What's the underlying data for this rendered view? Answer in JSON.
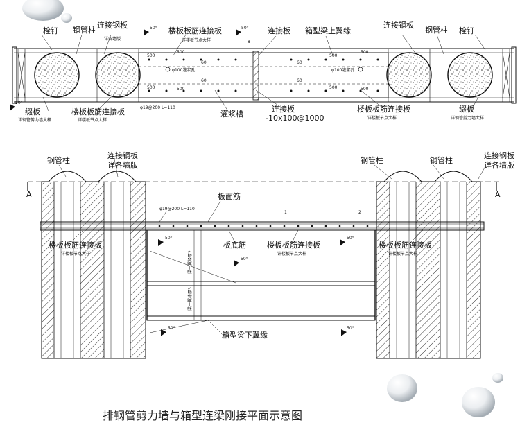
{
  "caption": "排钢管剪力墙与箱型连梁刚接平面示意图",
  "plan": {
    "labels": {
      "stud": "栓钉",
      "steel_tube_col": "钢管柱",
      "conn_plate": "连接钢板",
      "conn_plate_note": "详各墙版",
      "slab_rebar_conn": "楼板板筋连接板",
      "slab_rebar_note": "详楼板节点大样",
      "conn_plate_mid": "连接板",
      "box_top_flange": "箱型梁上翼缘",
      "conn_plate_r": "连接钢板",
      "steel_tube_r": "钢管柱",
      "stud_r": "栓钉",
      "batten": "缀板",
      "batten_note": "详钢管剪力墙大样",
      "grout_slot": "灌浆槽",
      "conn_plate_bottom": "连接板",
      "conn_plate_size": "-10x100@1000",
      "slab_rebar_conn_b": "楼板板筋连接板",
      "slab_rebar_note_b": "详楼板节点大样",
      "batten_r": "缀板",
      "batten_note_r": "详钢管剪力墙大样",
      "stud_spec": "φ19@200 L=110",
      "weld": "50°",
      "hole_note": "φ100灌浆孔",
      "hole_note_r": "φ100灌浆孔",
      "dim_500": "500",
      "dim_60": "60",
      "mark_8": "8"
    }
  },
  "section": {
    "labels": {
      "steel_tube_l": "钢管柱",
      "conn_plate_l": "连接钢板",
      "conn_plate_l_note": "详各墙版",
      "slab_top_rebar": "板面筋",
      "stud_spec": "φ19@200 L=110",
      "mark_1": "1",
      "mark_2": "2",
      "steel_tube_r": "钢管柱",
      "steel_tube_r2": "钢管柱",
      "conn_plate_r": "连接钢板",
      "conn_plate_r_note": "详各墙版",
      "slab_rebar_conn_l": "楼板板筋连接板",
      "slab_rebar_note_l": "详楼板节点大样",
      "slab_bottom_rebar": "板底筋",
      "slab_rebar_conn_m": "楼板板筋连接板",
      "slab_rebar_note_m": "详楼板节点大样",
      "slab_rebar_conn_r": "楼板板筋连接板",
      "slab_rebar_note_r": "详楼板节点大样",
      "box_bottom_flange": "箱型梁下翼缘",
      "weld": "50°",
      "axis_a": "A",
      "dim_vert_1": "梁一翼缘厚2",
      "dim_vert_2": "梁一翼缘厚3"
    }
  }
}
